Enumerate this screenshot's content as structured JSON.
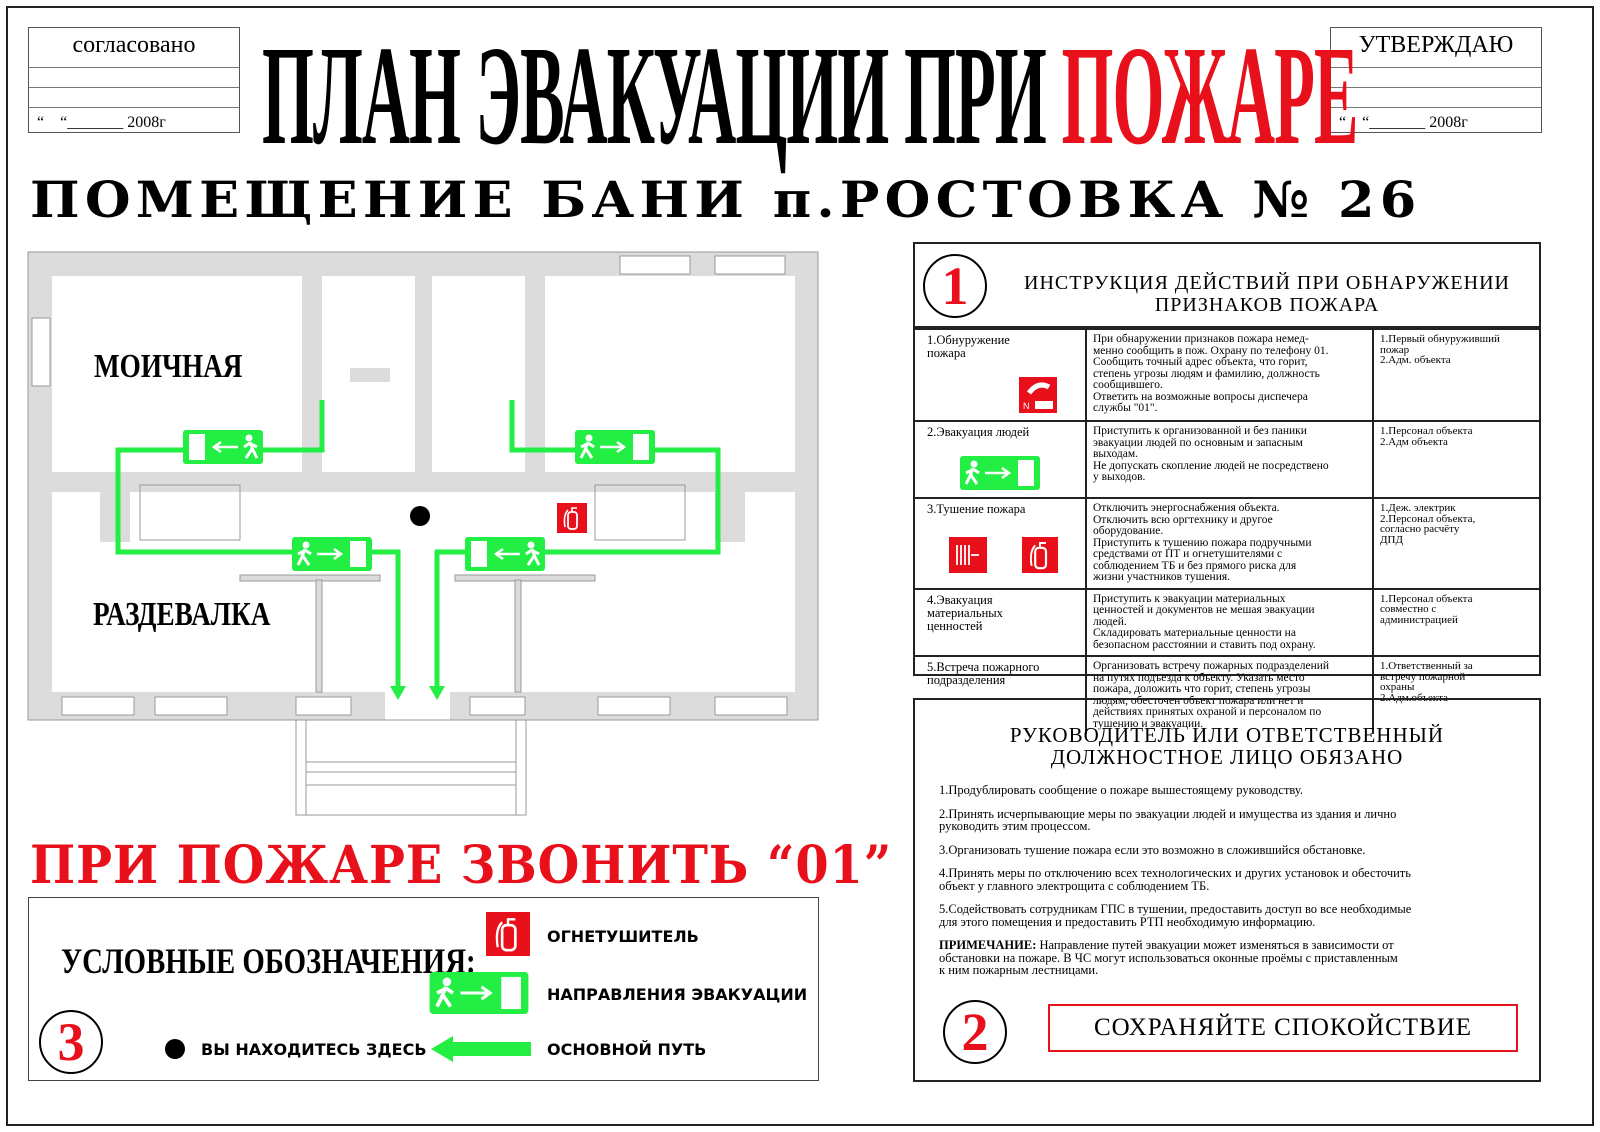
{
  "header": {
    "left_stamp": {
      "label": "согласовано",
      "date": "“    “_______ 2008г"
    },
    "right_stamp": {
      "label": "УТВЕРЖДАЮ",
      "date": "“    “_______ 2008г"
    },
    "title_black": "ПЛАН ЭВАКУАЦИИ ПРИ ",
    "title_red": "ПОЖАРЕ",
    "subtitle": "ПОМЕЩЕНИЕ БАНИ п.РОСТОВКА № 26"
  },
  "plan": {
    "rooms": [
      "МОИЧНАЯ",
      "РАЗДЕВАЛКА"
    ]
  },
  "call_text": "ПРИ ПОЖАРЕ ЗВОНИТЬ “01”",
  "legend": {
    "number": "3",
    "title": "УСЛОВНЫЕ ОБОЗНАЧЕНИЯ:",
    "items": [
      {
        "icon": "fire-extinguisher-icon",
        "label": "ОГНЕТУШИТЕЛЬ"
      },
      {
        "icon": "evacuation-exit-sign-icon",
        "label": "НАПРАВЛЕНИЯ ЭВАКУАЦИИ"
      },
      {
        "icon": "you-are-here-dot-icon",
        "label": "ВЫ НАХОДИТЕСЬ ЗДЕСЬ"
      },
      {
        "icon": "green-arrow-icon",
        "label": "ОСНОВНОЙ ПУТЬ"
      }
    ]
  },
  "instructions": {
    "number": "1",
    "title": "ИНСТРУКЦИЯ ДЕЙСТВИЙ ПРИ ОБНАРУЖЕНИИ\nПРИЗНАКОВ ПОЖАРА",
    "rows": [
      {
        "step": "1.Обнуружение\n   пожара",
        "action": " При обнаружении признаков пожара немед-\nменно сообщить в пож. Охрану по телефону 01.\n Сообщить точный адрес объекта, что горит,\nстепень угрозы людям и фамилию, должность\nсообщившего.\n Ответить на возможные вопросы диспечера\nслужбы \"01\".",
        "who": "1.Первый обнуруживший\n   пожар\n2.Адм. объекта"
      },
      {
        "step": "2.Эвакуация людей",
        "action": " Приступить к организованной и без паники\nэвакуации людей по основным и запасным\nвыходам.\n Не допускать скопление людей не посредствено\nу выходов.",
        "who": "1.Персонал объекта\n2.Адм объекта"
      },
      {
        "step": "3.Тушение пожара",
        "action": "Отключить энергоснабжения объекта.\nОтключить всю оргтехнику и другое\nоборудование.\n  Приступить к тушению пожара подручными\nсредствами от ПТ и огнетушителями с\nсоблюдением ТБ и без прямого риска для\nжизни участников тушения.",
        "who": "1.Деж. электрик\n2.Персонал объекта,\nсогласно расчёту\nДПД"
      },
      {
        "step": "4.Эвакуация\nматериальных\nценностей",
        "action": "Приступить к эвакуации материальных\nценностей и документов не мешая эвакуации\nлюдей.\n Складировать материальные ценности на\nбезопасном расстоянии и ставить под охрану.",
        "who": "1.Персонал объекта\nсовместно с\nадминистрацией"
      },
      {
        "step": "5.Встреча пожарного\nподразделения",
        "action": " Организовать встречу пожарных подразделений\nна путях подъезда к объекту. Указать место\nпожара, доложить что горит, степень угрозы\nлюдям, обесточен объект пожара или нет и\nдействиях принятых охраной и персоналом по\nтушению и эвакуации.",
        "who": "1.Ответственный за\nвстречу пожарной\nохраны\n2.Адм.объекта"
      }
    ]
  },
  "duties": {
    "number": "2",
    "title": "РУКОВОДИТЕЛЬ ИЛИ ОТВЕТСТВЕННЫЙ\nДОЛЖНОСТНОЕ ЛИЦО ОБЯЗАНО",
    "items": [
      "1.Продублировать сообщение о пожаре вышестоящему руководству.",
      "2.Принять исчерпывающие меры по эвакуации людей и имущества из здания и лично\nруководить этим процессом.",
      "3.Организовать тушение пожара если это возможно в сложившийся обстановке.",
      "4.Принять меры по отключению всех технологических и других установок и обесточить\nобъект у главного электрощита с соблюдением ТБ.",
      "5.Содействовать сотрудникам ГПС в тушении, предоставить доступ во все необходимые\nдля этого помещения и предоставить РТП необходимую информацию."
    ],
    "note_label": "ПРИМЕЧАНИЕ:",
    "note_text": " Направление путей эвакуации может изменяться в зависимости от\nобстановки на пожаре. В ЧС могут использоваться оконные проёмы с приставленным\nк ним пожарным лестницами.",
    "calm": "СОХРАНЯЙТЕ СПОКОЙСТВИЕ"
  },
  "colors": {
    "red": "#e8101a",
    "green": "#22ee44",
    "wall": "#dcdcdc"
  }
}
